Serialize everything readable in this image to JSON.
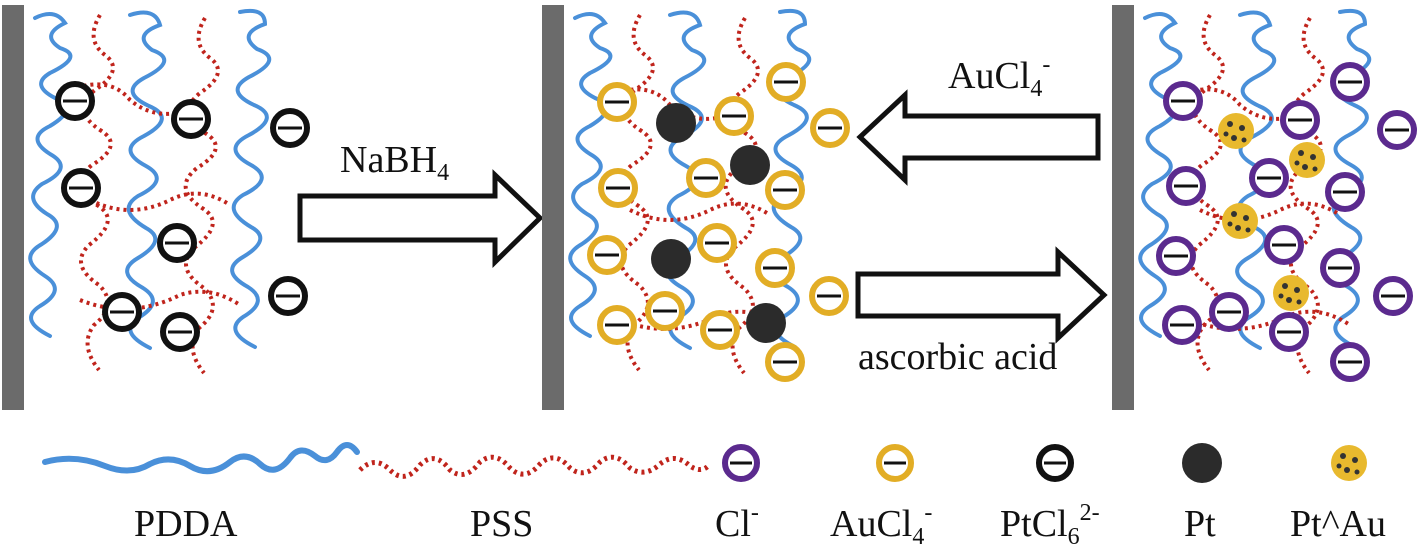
{
  "arrows": {
    "nabh4": {
      "base": "NaBH",
      "sub": "4"
    },
    "aucl4": {
      "base": "AuCl",
      "sub": "4",
      "sup": "-"
    },
    "ascorbic": "ascorbic acid"
  },
  "legend": {
    "pdda": "PDDA",
    "pss": "PSS",
    "cl": {
      "base": "Cl",
      "sup": "-"
    },
    "aucl4": {
      "base": "AuCl",
      "sub": "4",
      "sup": "-"
    },
    "ptcl6": {
      "base": "PtCl",
      "sub": "6",
      "sup": "2-"
    },
    "pt": "Pt",
    "ptau": "Pt^Au"
  },
  "colors": {
    "pdda": "#4a90d9",
    "pss": "#c0241c",
    "cl_ion": "#5b2a8e",
    "aucl4_ion": "#e2ad25",
    "ptcl6_ion": "#111111",
    "pt_particle": "#2b2b2b",
    "ptau_particle": "#e8b92e",
    "electrode": "#6b6b6b"
  }
}
